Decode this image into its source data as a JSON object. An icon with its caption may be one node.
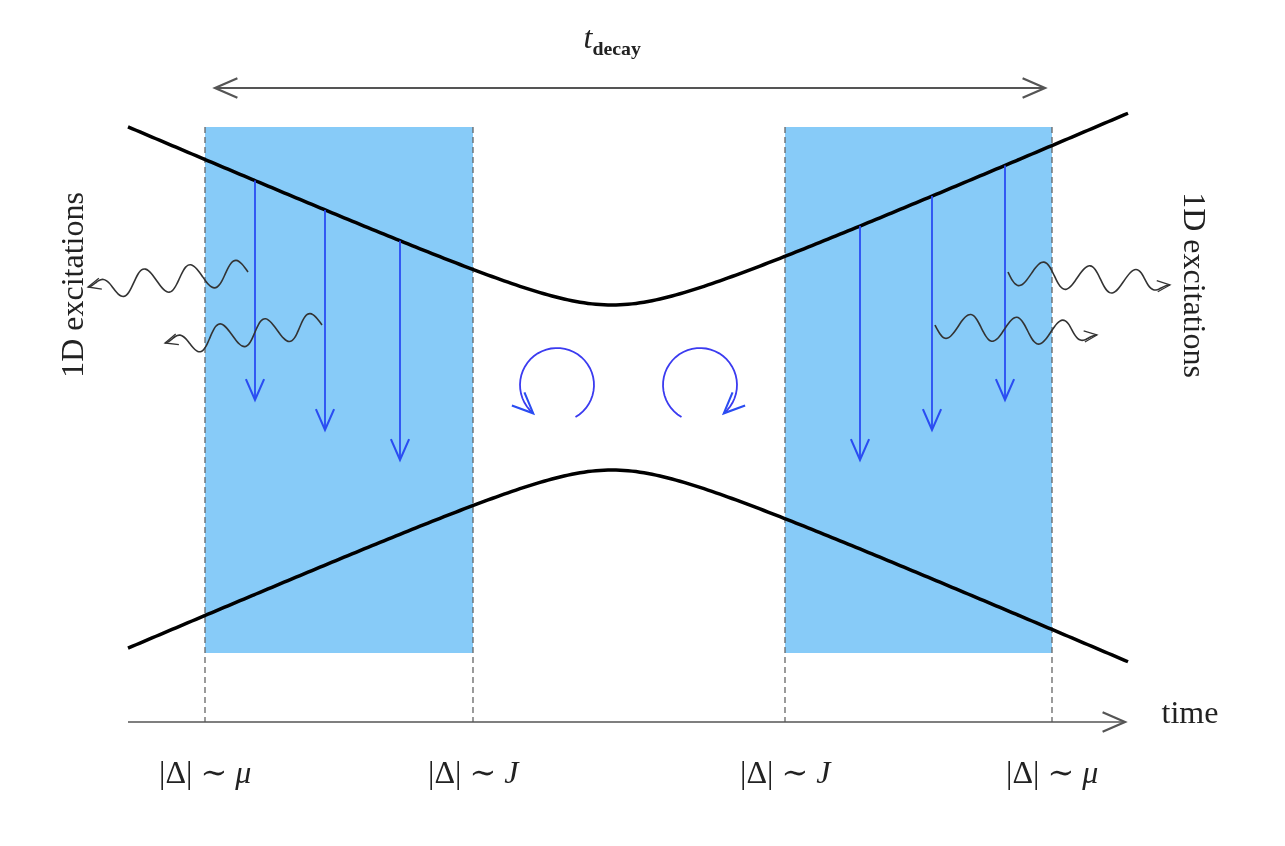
{
  "diagram": {
    "labels": [
      "*t*$_{decay}$",
      "1D excitations",
      "1D excitations",
      "time",
      "|Δ| ∼ *μ*",
      "|Δ| ∼ *J*",
      "|Δ| ∼ *J*",
      "|Δ| ∼ *μ*"
    ]
  }
}
